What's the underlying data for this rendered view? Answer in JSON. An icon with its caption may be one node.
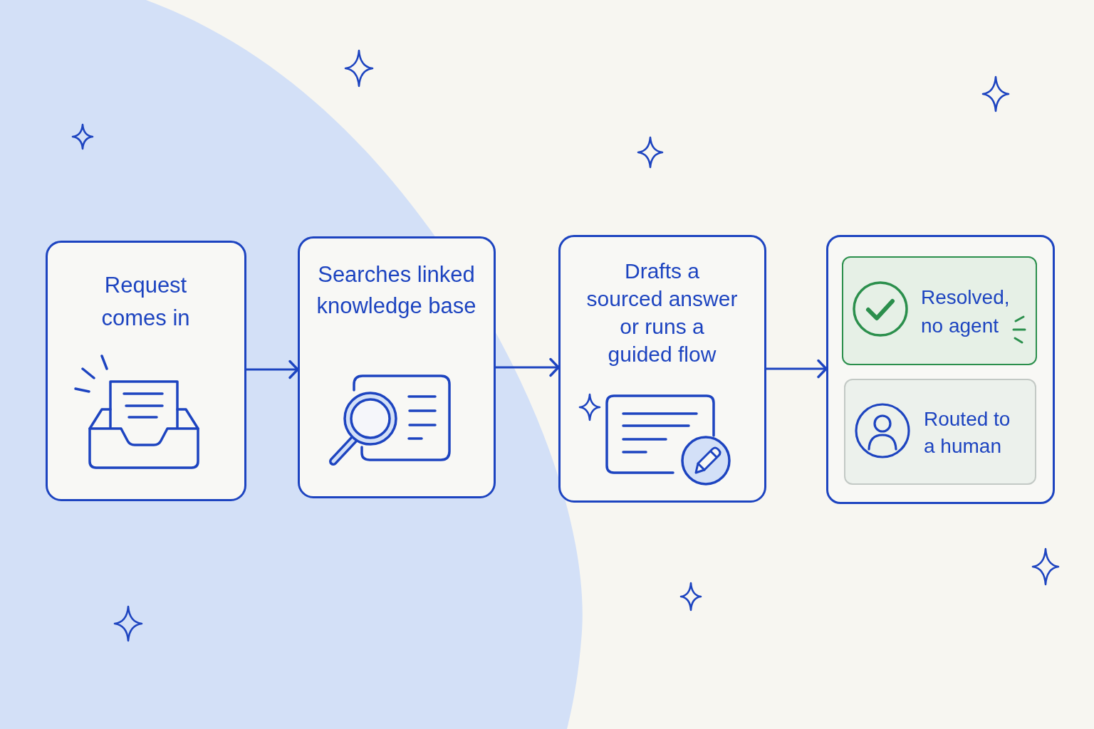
{
  "diagram": {
    "nodes": [
      {
        "text": [
          "Request comes in"
        ]
      },
      {
        "text": [
          "Searches linked knowledge base"
        ]
      },
      {
        "text": [
          "Drafts a sourced answer or runs a guided flow"
        ]
      },
      {
        "text": [],
        "shape": "box"
      },
      {
        "text": [
          "Resolved, no agent"
        ],
        "in": 3
      },
      {
        "text": [
          "Routed to a human"
        ],
        "in": 3
      }
    ],
    "edges": [
      {
        "from": 0,
        "to": 1,
        "arrow": "to"
      },
      {
        "from": 1,
        "to": 2,
        "arrow": "to"
      },
      {
        "from": 2,
        "to": 3,
        "arrow": "to"
      }
    ]
  }
}
